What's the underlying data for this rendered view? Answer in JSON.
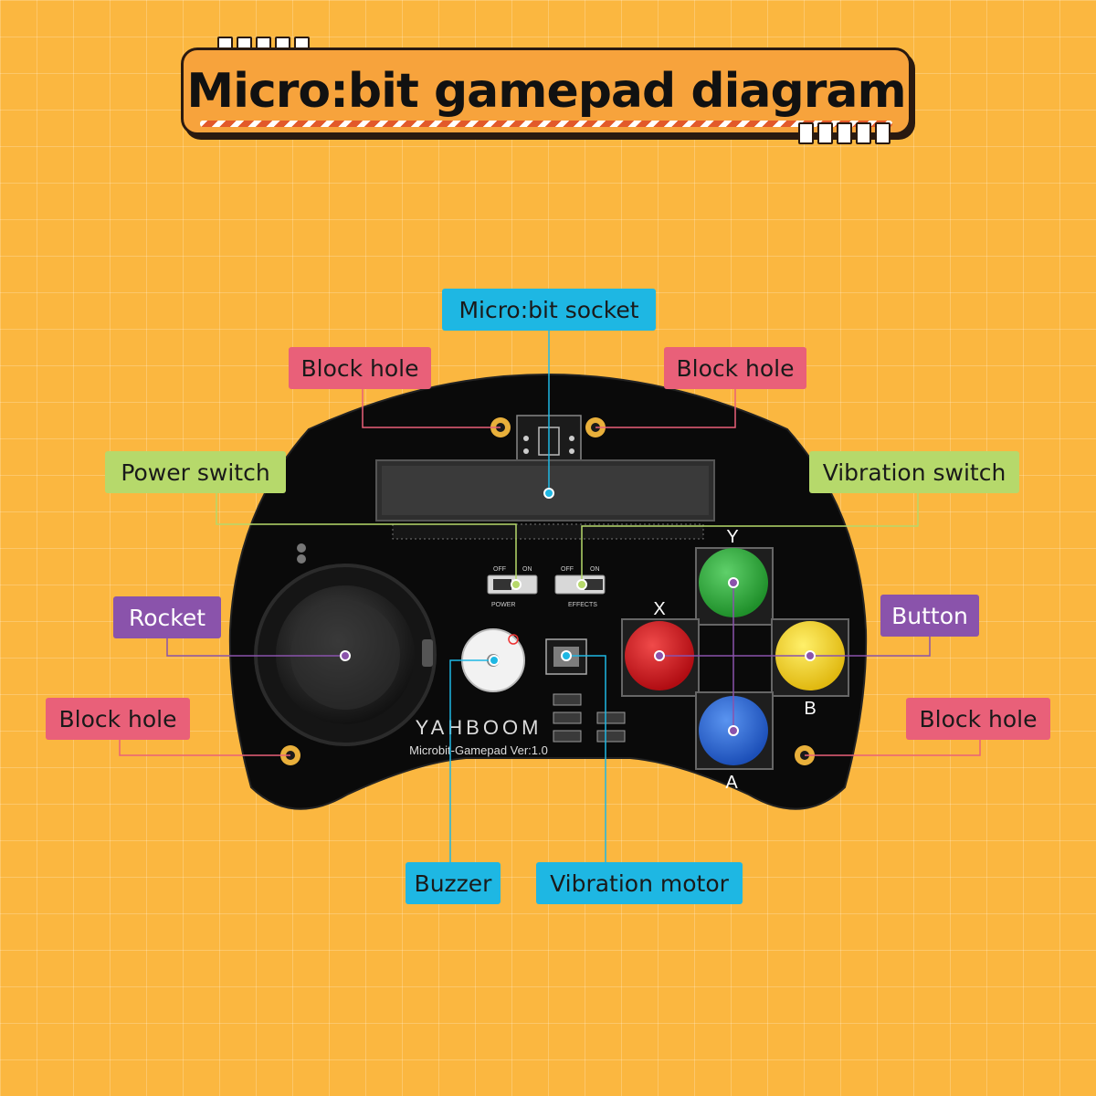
{
  "title": "Micro:bit gamepad diagram",
  "labels": {
    "microbit_socket": "Micro:bit socket",
    "block_hole_top_left": "Block hole",
    "block_hole_top_right": "Block hole",
    "power_switch": "Power switch",
    "vibration_switch": "Vibration switch",
    "rocket": "Rocket",
    "button": "Button",
    "block_hole_bottom_left": "Block hole",
    "block_hole_bottom_right": "Block hole",
    "buzzer": "Buzzer",
    "vibration_motor": "Vibration motor"
  },
  "board": {
    "brand": "YAHBOOM",
    "model": "Microbit-Gamepad  Ver:1.0",
    "button_letters": {
      "y": "Y",
      "x": "X",
      "b": "B",
      "a": "A"
    },
    "switch_marks": {
      "off": "OFF",
      "on": "ON"
    },
    "switch_names": {
      "power": "POWER",
      "effects": "EFFECTS"
    }
  },
  "colors": {
    "background": "#fbb740",
    "title_box": "#f7a33c",
    "label_pink": "#e96079",
    "label_green": "#b6d96b",
    "label_blue": "#1eb7e3",
    "label_purple": "#8a53ab",
    "button_y": "#2fae3a",
    "button_x": "#d9161c",
    "button_b": "#f6d420",
    "button_a": "#2a6ad6"
  }
}
